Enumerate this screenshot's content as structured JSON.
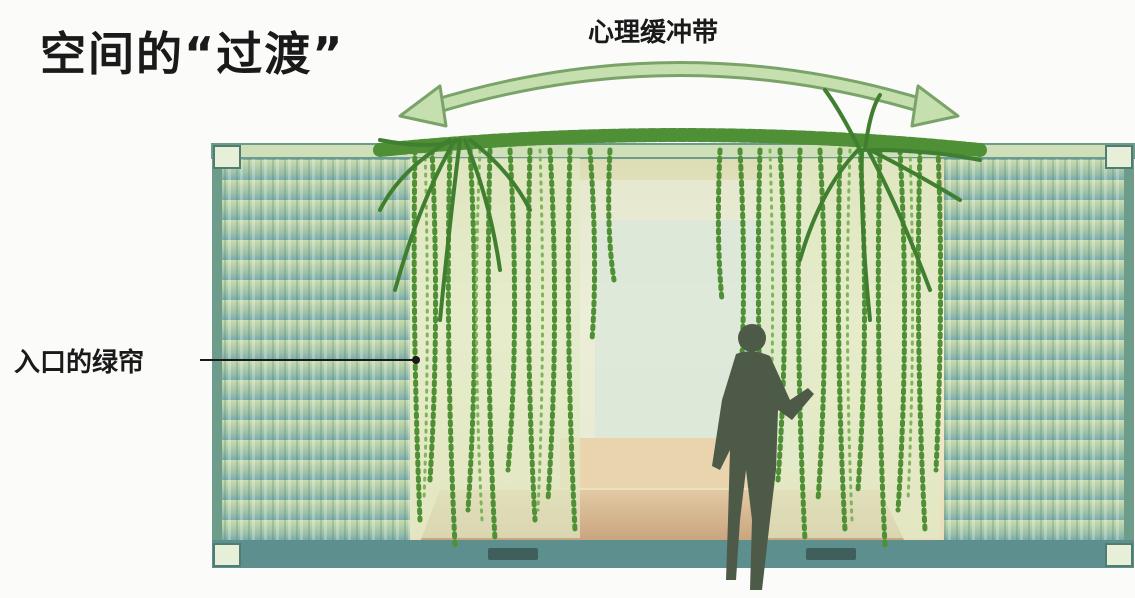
{
  "title": "空间的“过渡”",
  "annotations": {
    "buffer_zone": "心理缓冲带",
    "entrance_curtain": "入口的绿帘"
  },
  "colors": {
    "container_wall": "#9cc0a4",
    "container_frame": "#5f8e7a",
    "interior_glow": "#f3f0d2",
    "floor": "#d6b894",
    "foliage": "#4f8f35",
    "foliage_light": "#7fb55a",
    "arrow": "#bcd7a4",
    "figure": "#4e5a48"
  }
}
